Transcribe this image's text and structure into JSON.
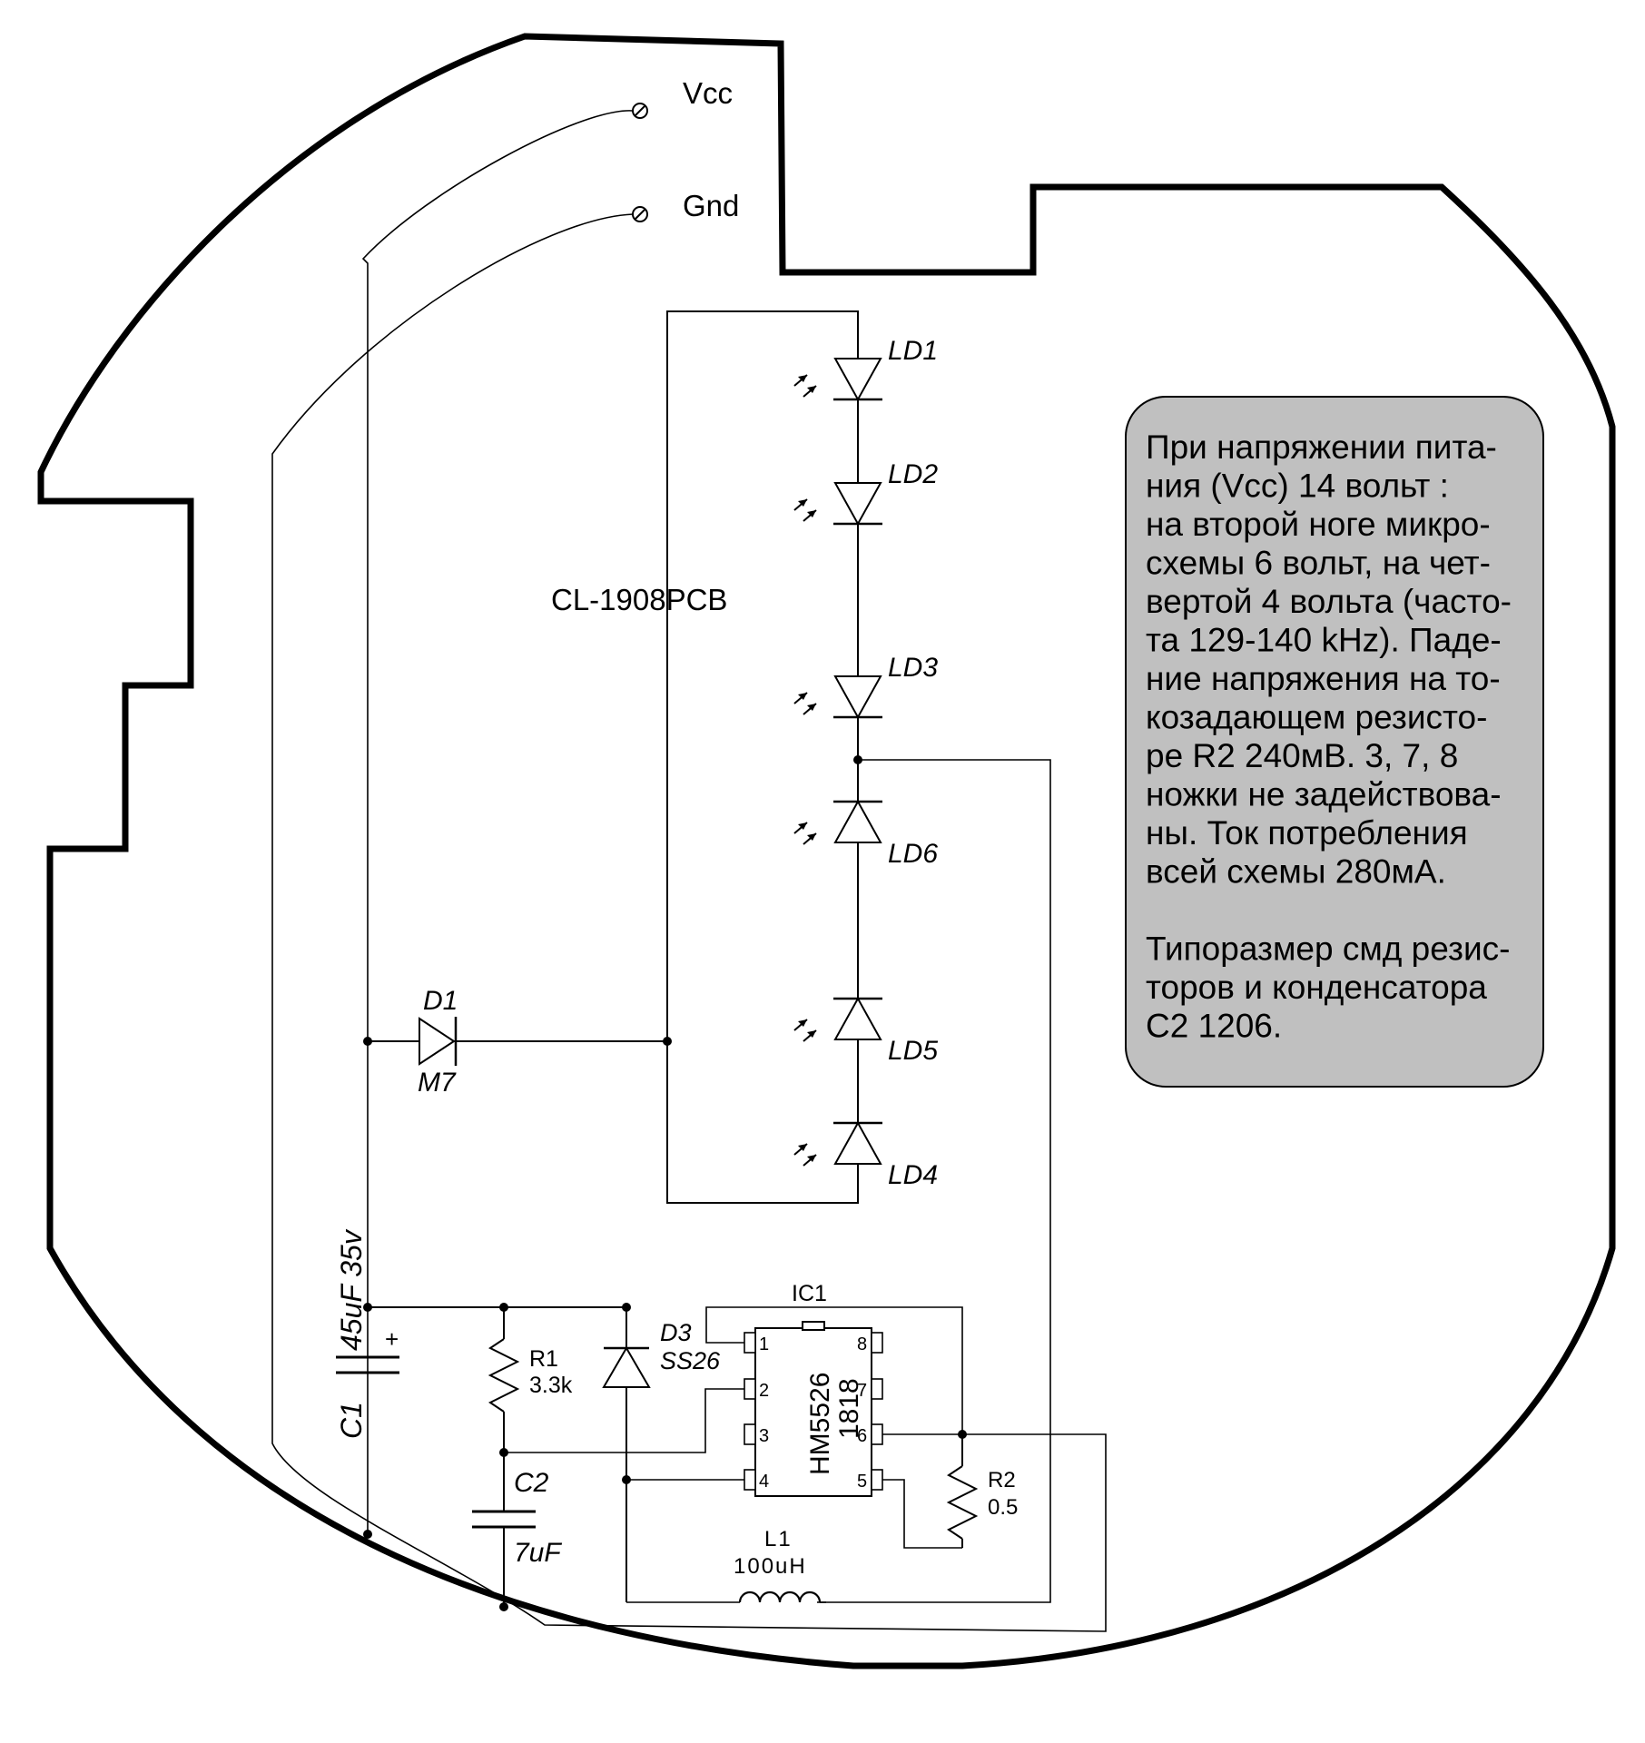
{
  "terminals": {
    "vcc": "Vcc",
    "gnd": "Gnd"
  },
  "board_name": "CL-1908PCB",
  "leds": {
    "ld1": "LD1",
    "ld2": "LD2",
    "ld3": "LD3",
    "ld4": "LD4",
    "ld5": "LD5",
    "ld6": "LD6"
  },
  "d1": {
    "ref": "D1",
    "value": "M7"
  },
  "c1": {
    "ref": "C1",
    "value": "45uF 35v",
    "polarity": "+"
  },
  "r1": {
    "ref": "R1",
    "value": "3.3k"
  },
  "c2": {
    "ref": "C2",
    "value": "7uF"
  },
  "d3": {
    "ref": "D3",
    "value": "SS26"
  },
  "ic1": {
    "ref": "IC1",
    "part": "HM5526",
    "code": "1818",
    "pins": [
      "1",
      "2",
      "3",
      "4",
      "5",
      "6",
      "7",
      "8"
    ]
  },
  "r2": {
    "ref": "R2",
    "value": "0.5"
  },
  "l1": {
    "ref": "L1",
    "value": "100uH"
  },
  "note": {
    "fill": "#c0c0c0",
    "lines": [
      "При напряжении пита-",
      "ния (Vcc) 14 вольт :",
      "на второй ноге микро-",
      "схемы 6 вольт, на чет-",
      "вертой 4 вольта (часто-",
      "та 129-140 kHz). Паде-",
      "ние напряжения на то-",
      "козадающем резисто-",
      "ре R2 240мВ. 3, 7, 8",
      "ножки не задействова-",
      "ны. Ток потребления",
      "всей схемы 280мА.",
      "",
      "Типоразмер смд резис-",
      "торов и конденсатора",
      "С2 1206."
    ]
  }
}
